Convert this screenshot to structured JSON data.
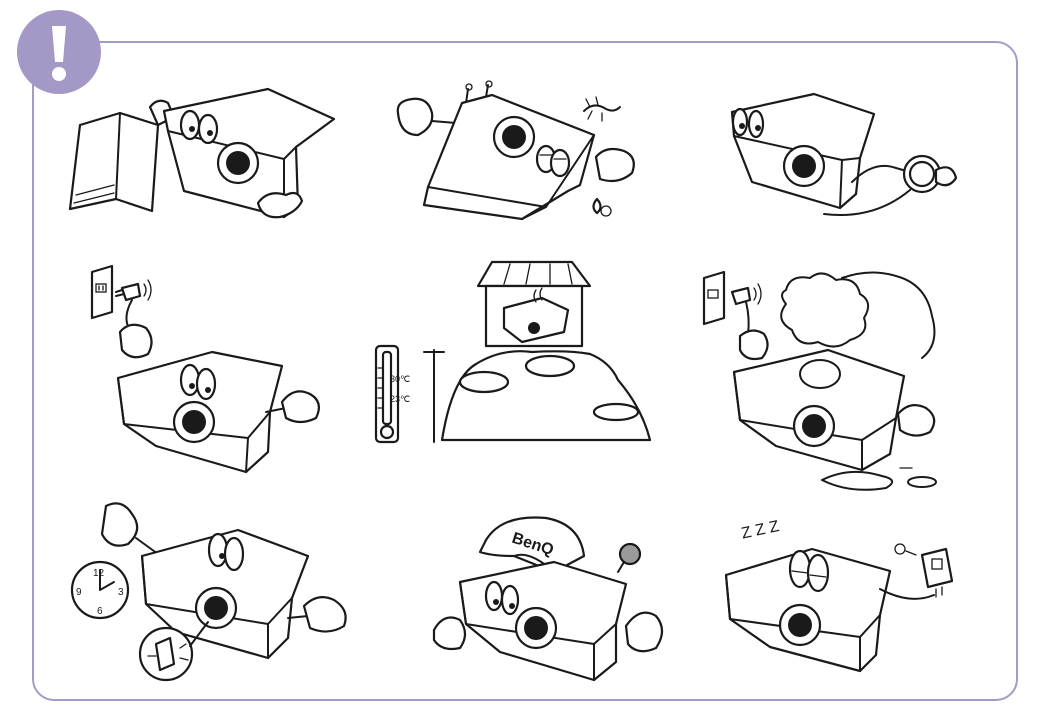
{
  "clock": {
    "n12": "12",
    "n3": "3",
    "n6": "6",
    "n9": "9"
  },
  "thermometer": {
    "high": "30℃",
    "low": "23℃"
  },
  "brand": "BenQ",
  "sleep": "Z Z Z",
  "colors": {
    "frame": "#a49cc8",
    "warning_badge": "#a498c6",
    "line": "#1a1a1a"
  },
  "icons": [
    "warning-icon",
    "manual-book-icon",
    "hanging-hooks-icon",
    "lizard-icon",
    "water-drop-icon",
    "magnifier-icon",
    "wall-outlet-icon",
    "plug-icon",
    "house-icon",
    "thermometer-icon",
    "mountain-icon",
    "smoke-cloud-icon",
    "water-puddle-icon",
    "clock-icon",
    "lamp-icon",
    "cap-icon",
    "balloon-icon",
    "power-adapter-icon"
  ]
}
